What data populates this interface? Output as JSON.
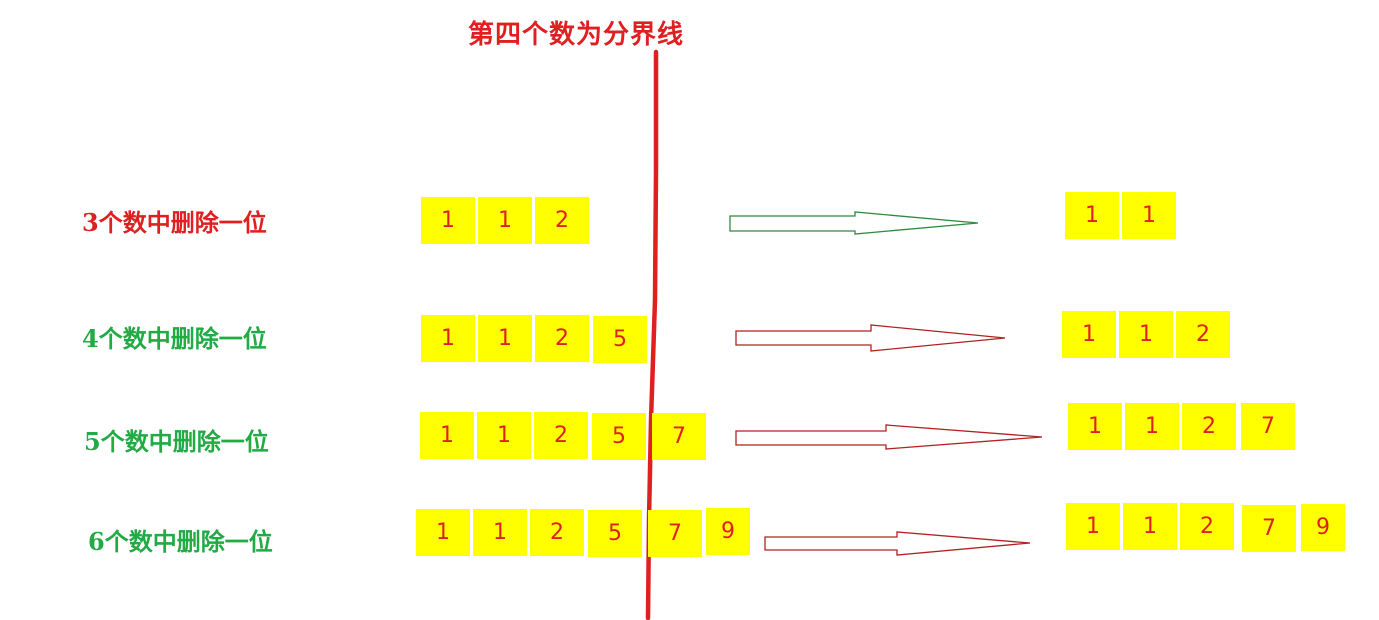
{
  "title": "第四个数为分界线",
  "colors": {
    "red": "#e02020",
    "green": "#22aa44",
    "yellow": "#ffff00",
    "arrow_green": "#2e8b3d",
    "arrow_red": "#b22222"
  },
  "rows": [
    {
      "label": "3个数中删除一位",
      "input": [
        "1",
        "1",
        "2"
      ],
      "output": [
        "1",
        "1"
      ]
    },
    {
      "label": "4个数中删除一位",
      "input": [
        "1",
        "1",
        "2",
        "5"
      ],
      "output": [
        "1",
        "1",
        "2"
      ]
    },
    {
      "label": "5个数中删除一位",
      "input": [
        "1",
        "1",
        "2",
        "5",
        "7"
      ],
      "output": [
        "1",
        "1",
        "2",
        "7"
      ]
    },
    {
      "label": "6个数中删除一位",
      "input": [
        "1",
        "1",
        "2",
        "5",
        "7",
        "9"
      ],
      "output": [
        "1",
        "1",
        "2",
        "7",
        "9"
      ]
    }
  ]
}
